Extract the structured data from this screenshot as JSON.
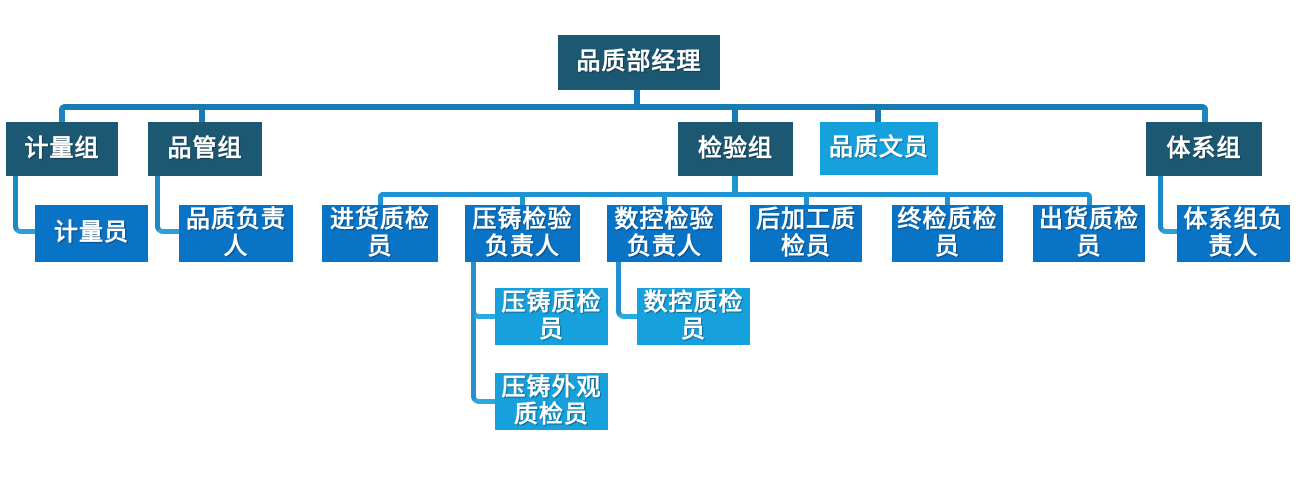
{
  "palette": {
    "level_dark": "#1d5872",
    "level_medium": "#0973c6",
    "level_light": "#16a0dc",
    "connector_trunk": "#177cb4",
    "connector_bus": "#1f94d2",
    "connector_elbow": "#29a0d8",
    "text": "#ffffff",
    "background": "#ffffff"
  },
  "org_chart": {
    "type": "org-tree",
    "root": {
      "label": "品质部经理"
    },
    "groups": [
      {
        "label": "计量组",
        "children": [
          {
            "label": "计量员"
          }
        ]
      },
      {
        "label": "品管组",
        "children": [
          {
            "label": "品质负责\n人"
          }
        ]
      },
      {
        "label": "检验组",
        "children": [
          {
            "label": "进货质检\n员"
          },
          {
            "label": "压铸检验\n负责人",
            "children": [
              {
                "label": "压铸质检\n员"
              },
              {
                "label": "压铸外观\n质检员"
              }
            ]
          },
          {
            "label": "数控检验\n负责人",
            "children": [
              {
                "label": "数控质检\n员"
              }
            ]
          },
          {
            "label": "后加工质\n检员"
          },
          {
            "label": "终检质检\n员"
          },
          {
            "label": "出货质检\n员"
          }
        ]
      },
      {
        "label": "品质文员"
      },
      {
        "label": "体系组",
        "children": [
          {
            "label": "体系组负\n责人"
          }
        ]
      }
    ]
  }
}
